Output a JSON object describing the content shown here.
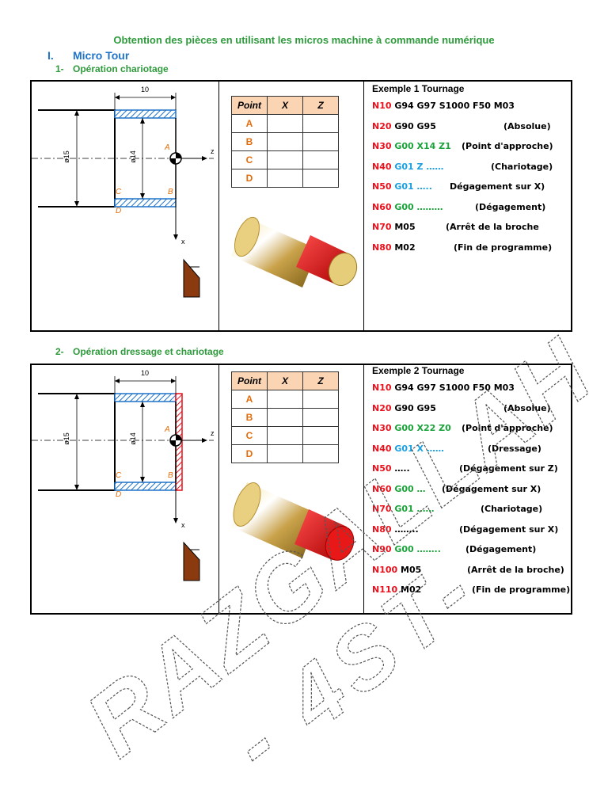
{
  "document": {
    "title": "Obtention des pièces  en utilisant les micros machine à commande numérique",
    "section_I": {
      "num": "I.",
      "label": "Micro Tour"
    },
    "section_1": {
      "num": "1-",
      "label": "Opération chariotage"
    },
    "section_2": {
      "num": "2-",
      "label": "Opération dressage et chariotage"
    }
  },
  "drawing": {
    "dim_length": "10",
    "dim_d15": "ø15",
    "dim_d14": "ø14",
    "point_A": "A",
    "point_B": "B",
    "point_C": "C",
    "point_D": "D",
    "axis_z": "z",
    "axis_x": "x"
  },
  "point_table": {
    "headers": [
      "Point",
      "X",
      "Z"
    ],
    "rows": [
      "A",
      "B",
      "C",
      "D"
    ]
  },
  "example1": {
    "title": "Exemple 1 Tournage",
    "lines": [
      {
        "n": "N10",
        "code": "G94 G97 S1000 F50 M03",
        "code_color": "black",
        "comment": ""
      },
      {
        "n": "N20",
        "code": "G90 G95",
        "code_color": "black",
        "comment": "(Absolue)"
      },
      {
        "n": "N30",
        "code": "G00 X14 Z1",
        "code_color": "green",
        "comment": "(Point d'approche)"
      },
      {
        "n": "N40",
        "code": "G01 Z ……",
        "code_color": "cyan",
        "comment": "(Chariotage)"
      },
      {
        "n": "N50",
        "code": "G01 …..",
        "code_color": "cyan",
        "comment": "Dégagement sur X)"
      },
      {
        "n": "N60",
        "code": "G00 ………",
        "code_color": "green",
        "comment": "(Dégagement)"
      },
      {
        "n": "N70",
        "code": "M05",
        "code_color": "black",
        "comment": "(Arrêt de la broche"
      },
      {
        "n": "N80",
        "code": "M02",
        "code_color": "black",
        "comment": "(Fin de programme)"
      }
    ]
  },
  "example2": {
    "title": "Exemple 2 Tournage",
    "lines": [
      {
        "n": "N10",
        "code": "G94 G97 S1000 F50 M03",
        "code_color": "black",
        "comment": ""
      },
      {
        "n": "N20",
        "code": "G90 G95",
        "code_color": "black",
        "comment": "(Absolue)"
      },
      {
        "n": "N30",
        "code": "G00 X22 Z0",
        "code_color": "green",
        "comment": "(Point d'approche)"
      },
      {
        "n": "N40",
        "code": "G01 X ……",
        "code_color": "cyan",
        "comment": "(Dressage)"
      },
      {
        "n": "N50",
        "code": "…..",
        "code_color": "black",
        "comment": "(Dégagement sur Z)"
      },
      {
        "n": "N60",
        "code": "G00 …",
        "code_color": "green",
        "comment": "(Dégagement sur X)"
      },
      {
        "n": "N70",
        "code": "G01    ……",
        "code_color": "green",
        "comment": "(Chariotage)"
      },
      {
        "n": "N80",
        "code": "……..",
        "code_color": "black",
        "comment": "(Dégagement sur X)"
      },
      {
        "n": "N90",
        "code": "G00 ……..",
        "code_color": "green",
        "comment": "(Dégagement)"
      },
      {
        "n": "N100",
        "code": "M05",
        "code_color": "black",
        "comment": "(Arrêt de la broche)"
      },
      {
        "n": "N110",
        "code": "M02",
        "code_color": "black",
        "comment": "(Fin de programme)"
      }
    ]
  },
  "watermark": {
    "line1": "RAZGALLAH",
    "line2": "- 4ST-"
  },
  "colors": {
    "red": "#e8111c",
    "green": "#1aa33a",
    "cyan": "#1aa0e0",
    "orange": "#e36c0a",
    "section_blue": "#1f73c9",
    "section_green": "#2e9a3c"
  }
}
